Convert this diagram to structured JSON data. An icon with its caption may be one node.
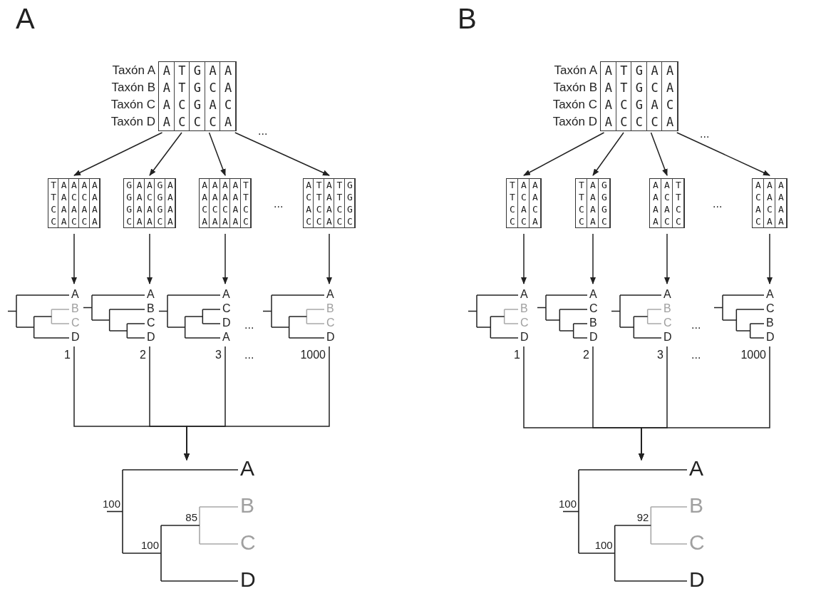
{
  "diagram": {
    "nodes": [
      {
        "text": [
          "ATGAA",
          "ATGCA",
          "ACGAC",
          "ACCCA"
        ],
        "beside": [
          "Taxón A",
          "Taxón B",
          "Taxón C",
          "Taxón D"
        ]
      },
      {
        "text": [
          "TAAAA",
          "TACCA",
          "CAAAA",
          "CACCA"
        ]
      },
      {
        "text": [
          "GAAGA",
          "GACGA",
          "GAAGA",
          "CAACA"
        ]
      },
      {
        "text": [
          "AAAAT",
          "AAAAT",
          "CCCAC",
          "AAAAC"
        ]
      },
      {
        "text": [
          "ATATG",
          "CTATG",
          "ACACG",
          "CCACC"
        ]
      },
      {
        "text": [
          "A",
          "B",
          "C",
          "D"
        ],
        "beside": [
          "1"
        ]
      },
      {
        "text": [
          "A",
          "B",
          "C",
          "D"
        ],
        "beside": [
          "2"
        ]
      },
      {
        "text": [
          "A",
          "C",
          "D",
          "A"
        ],
        "beside": [
          "3"
        ]
      },
      {
        "text": [
          "A",
          "B",
          "C",
          "D"
        ],
        "beside": [
          "1000"
        ]
      },
      {
        "text": [
          "A",
          "B",
          "C",
          "D",
          "100",
          "85",
          "100"
        ]
      },
      {
        "text": [
          "ATGAA",
          "ATGCA",
          "ACGAC",
          "ACCCA"
        ],
        "beside": [
          "Taxón A",
          "Taxón B",
          "Taxón C",
          "Taxón D"
        ]
      },
      {
        "text": [
          "TAA",
          "TCA",
          "CAC",
          "CCA"
        ]
      },
      {
        "text": [
          "TAG",
          "TAG",
          "CAG",
          "CAC"
        ]
      },
      {
        "text": [
          "AAT",
          "ACT",
          "AAC",
          "ACC"
        ]
      },
      {
        "text": [
          "AAA",
          "CAA",
          "ACA",
          "CAA"
        ]
      },
      {
        "text": [
          "A",
          "B",
          "C",
          "D"
        ],
        "beside": [
          "1"
        ]
      },
      {
        "text": [
          "A",
          "C",
          "B",
          "D"
        ],
        "beside": [
          "2"
        ]
      },
      {
        "text": [
          "A",
          "B",
          "C",
          "D"
        ],
        "beside": [
          "3"
        ]
      },
      {
        "text": [
          "A",
          "C",
          "B",
          "D"
        ],
        "beside": [
          "1000"
        ]
      },
      {
        "text": [
          "A",
          "B",
          "C",
          "D",
          "100",
          "92",
          "100"
        ]
      }
    ],
    "edges": [
      {
        "from": 0,
        "to": 1,
        "arrow": "to"
      },
      {
        "from": 0,
        "to": 2,
        "arrow": "to"
      },
      {
        "from": 0,
        "to": 3,
        "arrow": "to"
      },
      {
        "from": 0,
        "to": 4,
        "arrow": "to"
      },
      {
        "from": 1,
        "to": 5,
        "arrow": "to"
      },
      {
        "from": 2,
        "to": 6,
        "arrow": "to"
      },
      {
        "from": 3,
        "to": 7,
        "arrow": "to"
      },
      {
        "from": 4,
        "to": 8,
        "arrow": "to"
      },
      {
        "from": 5,
        "to": 9,
        "arrow": "to"
      },
      {
        "from": 6,
        "to": 9,
        "arrow": "to"
      },
      {
        "from": 7,
        "to": 9,
        "arrow": "to"
      },
      {
        "from": 8,
        "to": 9,
        "arrow": "to"
      },
      {
        "from": 10,
        "to": 11,
        "arrow": "to"
      },
      {
        "from": 10,
        "to": 12,
        "arrow": "to"
      },
      {
        "from": 10,
        "to": 13,
        "arrow": "to"
      },
      {
        "from": 10,
        "to": 14,
        "arrow": "to"
      },
      {
        "from": 11,
        "to": 15,
        "arrow": "to"
      },
      {
        "from": 12,
        "to": 16,
        "arrow": "to"
      },
      {
        "from": 13,
        "to": 17,
        "arrow": "to"
      },
      {
        "from": 14,
        "to": 18,
        "arrow": "to"
      },
      {
        "from": 15,
        "to": 19,
        "arrow": "to"
      },
      {
        "from": 16,
        "to": 19,
        "arrow": "to"
      },
      {
        "from": 17,
        "to": 19,
        "arrow": "to"
      },
      {
        "from": 18,
        "to": 19,
        "arrow": "to"
      }
    ],
    "labels": [
      "A",
      "...",
      "...",
      "...",
      "...",
      "B",
      "...",
      "...",
      "...",
      "..."
    ]
  }
}
